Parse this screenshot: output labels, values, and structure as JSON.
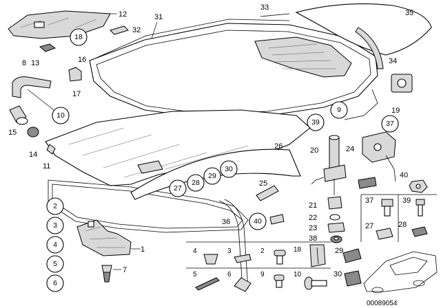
{
  "diagram": {
    "callouts": {
      "c2": "2",
      "c3": "3",
      "c4": "4",
      "c5": "5",
      "c6": "6",
      "c8": "8",
      "c12": "12",
      "c13": "13",
      "c16": "16",
      "c17": "17",
      "c14": "14",
      "c15": "15",
      "c11": "11",
      "c1": "1",
      "c7": "7",
      "c31": "31",
      "c32": "32",
      "c33": "33",
      "c35": "35",
      "c34": "34",
      "c19": "19",
      "c20": "20",
      "c24": "24",
      "c26": "26",
      "c25": "25",
      "c36": "36",
      "c21": "21",
      "c22": "22",
      "c23": "23",
      "c38": "38",
      "c29b": "29",
      "c30b": "30",
      "c40": "40",
      "c37": "37",
      "c39": "39",
      "c27": "27",
      "c28": "28",
      "t4": "4",
      "t3": "3",
      "t2": "2",
      "t18": "18",
      "t5": "5",
      "t6": "6",
      "t9": "9",
      "t10": "10"
    },
    "circled": {
      "k18": "18",
      "k10": "10",
      "k9": "9",
      "k39": "39",
      "k37": "37",
      "k27": "27",
      "k28": "28",
      "k29": "29",
      "k30": "30",
      "k40": "40",
      "k2": "2",
      "k3": "3",
      "k4": "4",
      "k5": "5",
      "k6": "6"
    },
    "image_code": "00089054"
  }
}
